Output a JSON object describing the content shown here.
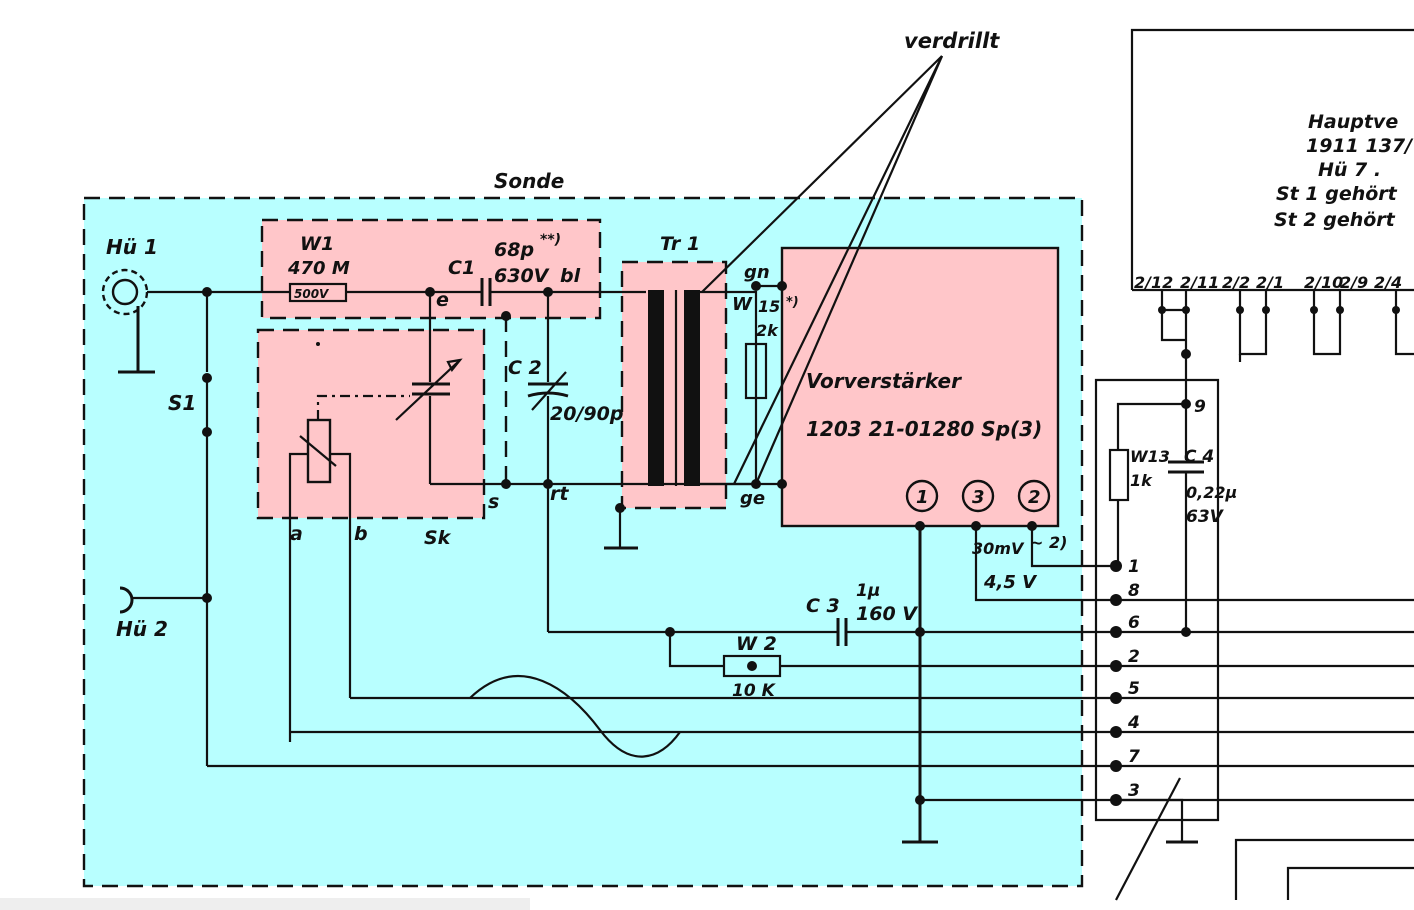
{
  "colors": {
    "probe_area": "#b8ffff",
    "module_area": "#ffc6c9",
    "ink": "#111111",
    "page": "#ffffff"
  },
  "labels": {
    "verdrillt": "verdrillt",
    "sonde": "Sonde",
    "hu1": "Hü 1",
    "hu2": "Hü 2",
    "s1": "S1",
    "w1_name": "W1",
    "w1_value": "470 M",
    "w1_rating": "500V",
    "c1_name": "C1",
    "c1_value": "68p",
    "c1_note": "**)",
    "c1_voltage": "630V",
    "bl": "bl",
    "e": "e",
    "c2_name": "C 2",
    "c2_value": "20/90p",
    "s_term": "s",
    "rt_term": "rt",
    "sk": "Sk",
    "a_term": "a",
    "b_term": "b",
    "tr1": "Tr 1",
    "gn": "gn",
    "ge": "ge",
    "w_label": "W",
    "r15": "15",
    "r2k": "2k",
    "r_note": "*)",
    "preamp_title": "Vorverstärker",
    "preamp_part": "1203 21-01280 Sp(3)",
    "pin1": "1",
    "pin3": "3",
    "pin2": "2",
    "signal_30mv": "30mV",
    "signal_ac": "~ 2)",
    "voltage_45": "4,5 V",
    "c3_name": "C 3",
    "c3_value": "1µ",
    "c3_voltage": "160 V",
    "w2_name": "W 2",
    "w2_value": "10 K",
    "w13_name": "W13",
    "w13_value": "1k",
    "c4_name": "C 4",
    "c4_value": "0,22µ",
    "c4_voltage": "63V",
    "term_9": "9",
    "main_board_lines": [
      "Hauptve",
      "1911 137/",
      "Hü 7 .",
      "St 1 gehört",
      "St 2 gehört"
    ],
    "main_pins": [
      "2/12",
      "2/11",
      "2/2",
      "2/1",
      "2/10",
      "2/9",
      "2/4"
    ],
    "cable_pins": [
      "1",
      "8",
      "6",
      "2",
      "5",
      "4",
      "7",
      "3"
    ]
  }
}
